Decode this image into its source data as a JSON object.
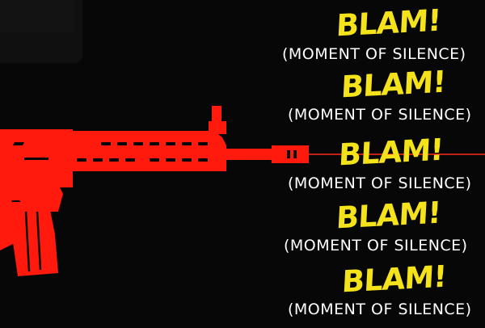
{
  "colors": {
    "background": "#070707",
    "rifle": "#ff1a0d",
    "laser": "#ff2a1a",
    "blam": "#f4e31a",
    "caption": "#ffffff"
  },
  "rifle_icon": "assault-rifle-icon",
  "lines": [
    {
      "blam": "BLAM!",
      "caption": "(MOMENT OF SILENCE)"
    },
    {
      "blam": "BLAM!",
      "caption": "(MOMENT OF SILENCE)"
    },
    {
      "blam": "BLAM!",
      "caption": "(MOMENT OF SILENCE)"
    },
    {
      "blam": "BLAM!",
      "caption": "(MOMENT OF SILENCE)"
    },
    {
      "blam": "BLAM!",
      "caption": "(MOMENT OF SILENCE)"
    }
  ]
}
